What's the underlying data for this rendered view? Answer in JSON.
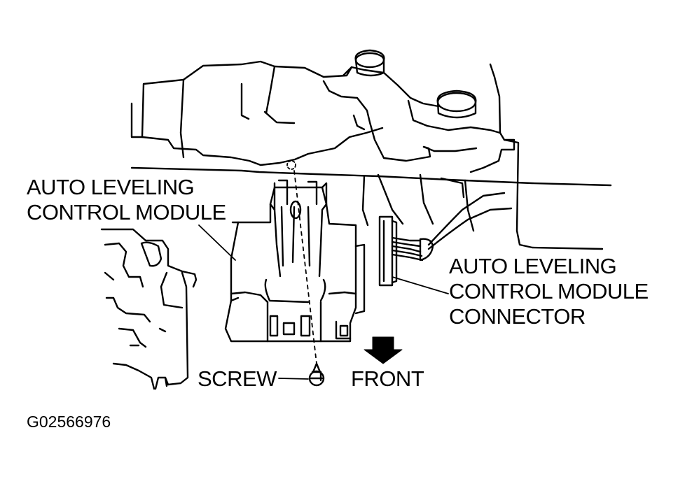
{
  "labels": {
    "module": [
      "AUTO LEVELING",
      "CONTROL MODULE"
    ],
    "connector": [
      "AUTO LEVELING",
      "CONTROL MODULE",
      "CONNECTOR"
    ],
    "screw": "SCREW",
    "front": "FRONT",
    "figure_id": "G02566976"
  },
  "colors": {
    "ink": "#000000",
    "paper": "#ffffff"
  },
  "icons": {
    "direction_arrow": "arrow-down-icon"
  }
}
